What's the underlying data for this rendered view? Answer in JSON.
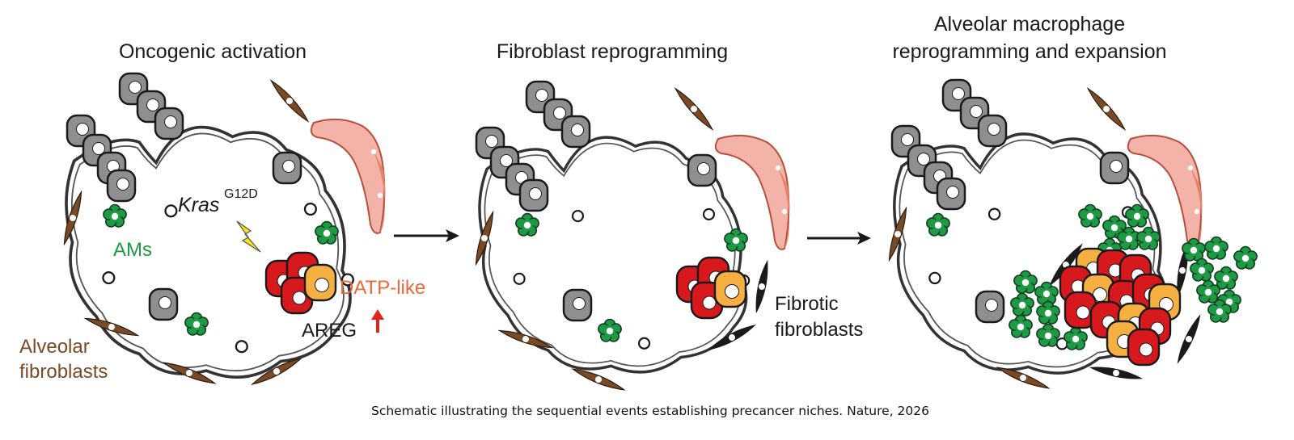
{
  "panels": [
    {
      "title": "Oncogenic activation",
      "labels": {
        "kras": "Kras",
        "kras_sup": "G12D",
        "ams": "AMs",
        "datp": "DATP-like",
        "areg": "AREG",
        "alveolar_line1": "Alveolar",
        "alveolar_line2": "fibroblasts"
      }
    },
    {
      "title": "Fibroblast reprogramming",
      "labels": {
        "fibrotic_line1": "Fibrotic",
        "fibrotic_line2": "fibroblasts"
      }
    },
    {
      "title_line1": "Alveolar macrophage",
      "title_line2": "reprogramming and expansion"
    }
  ],
  "caption": "Schematic illustrating the sequential events establishing precancer niches. Nature, 2026",
  "colors": {
    "macrophage_green": "#1e9a45",
    "datp_orange": "#e86a3c",
    "fibroblast_brown": "#7a4a26",
    "tumor_red": "#d7191e",
    "datp_cell": "#f5b041",
    "epithelial_gray": "#8a8a8a",
    "fibrotic_black": "#1a1a1a",
    "vessel_pink": "#f4b3a8",
    "lightning_yellow": "#f7e21a",
    "areg_arrow_red": "#e3241b"
  },
  "icons": [
    "lightning-icon",
    "up-arrow-icon",
    "right-arrow-icon"
  ]
}
